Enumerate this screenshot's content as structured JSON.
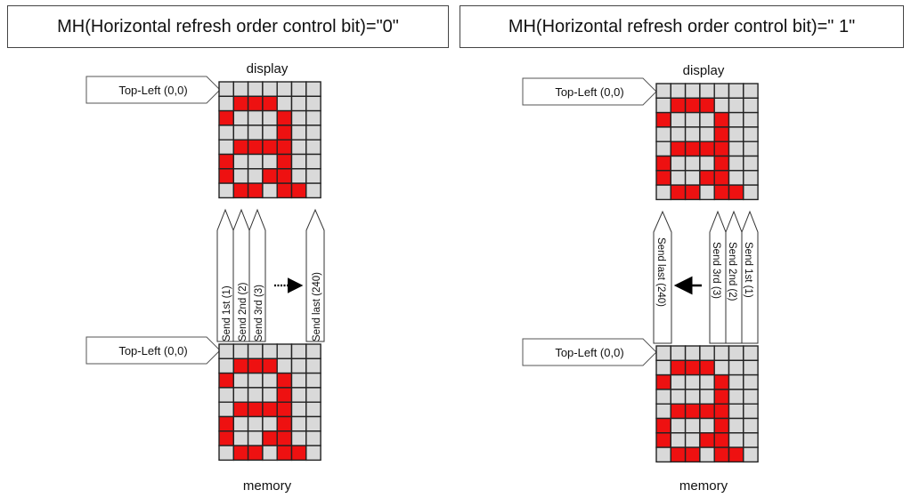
{
  "panels": [
    {
      "title": "MH(Horizontal refresh order control bit)=\"0\"",
      "top_label": "display",
      "bottom_label": "memory",
      "display_origin_label": "Top-Left (0,0)",
      "memory_origin_label": "Top-Left (0,0)",
      "send_labels": [
        "Send 1st (1)",
        "Send 2nd (2)",
        "Send 3rd (3)",
        "Send last (240)"
      ],
      "arrow_direction": "right"
    },
    {
      "title": "MH(Horizontal refresh order control bit)=\" 1\"",
      "top_label": "display",
      "bottom_label": "memory",
      "display_origin_label": "Top-Left (0,0)",
      "memory_origin_label": "Top-Left (0,0)",
      "send_labels": [
        "Send last (240)",
        "Send 3rd (3)",
        "Send 2nd (2)",
        "Send 1st (1)"
      ],
      "arrow_direction": "left"
    }
  ],
  "grid": {
    "cols": 7,
    "rows": 8,
    "on_color": "#ee1111",
    "off_color": "#d9d9d9",
    "line_color": "#222222",
    "glyph": [
      [
        0,
        0,
        0,
        0,
        0,
        0,
        0
      ],
      [
        0,
        1,
        1,
        1,
        0,
        0,
        0
      ],
      [
        1,
        0,
        0,
        0,
        1,
        0,
        0
      ],
      [
        0,
        0,
        0,
        0,
        1,
        0,
        0
      ],
      [
        0,
        1,
        1,
        1,
        1,
        0,
        0
      ],
      [
        1,
        0,
        0,
        0,
        1,
        0,
        0
      ],
      [
        1,
        0,
        0,
        1,
        1,
        0,
        0
      ],
      [
        0,
        1,
        1,
        0,
        1,
        1,
        0
      ]
    ]
  }
}
